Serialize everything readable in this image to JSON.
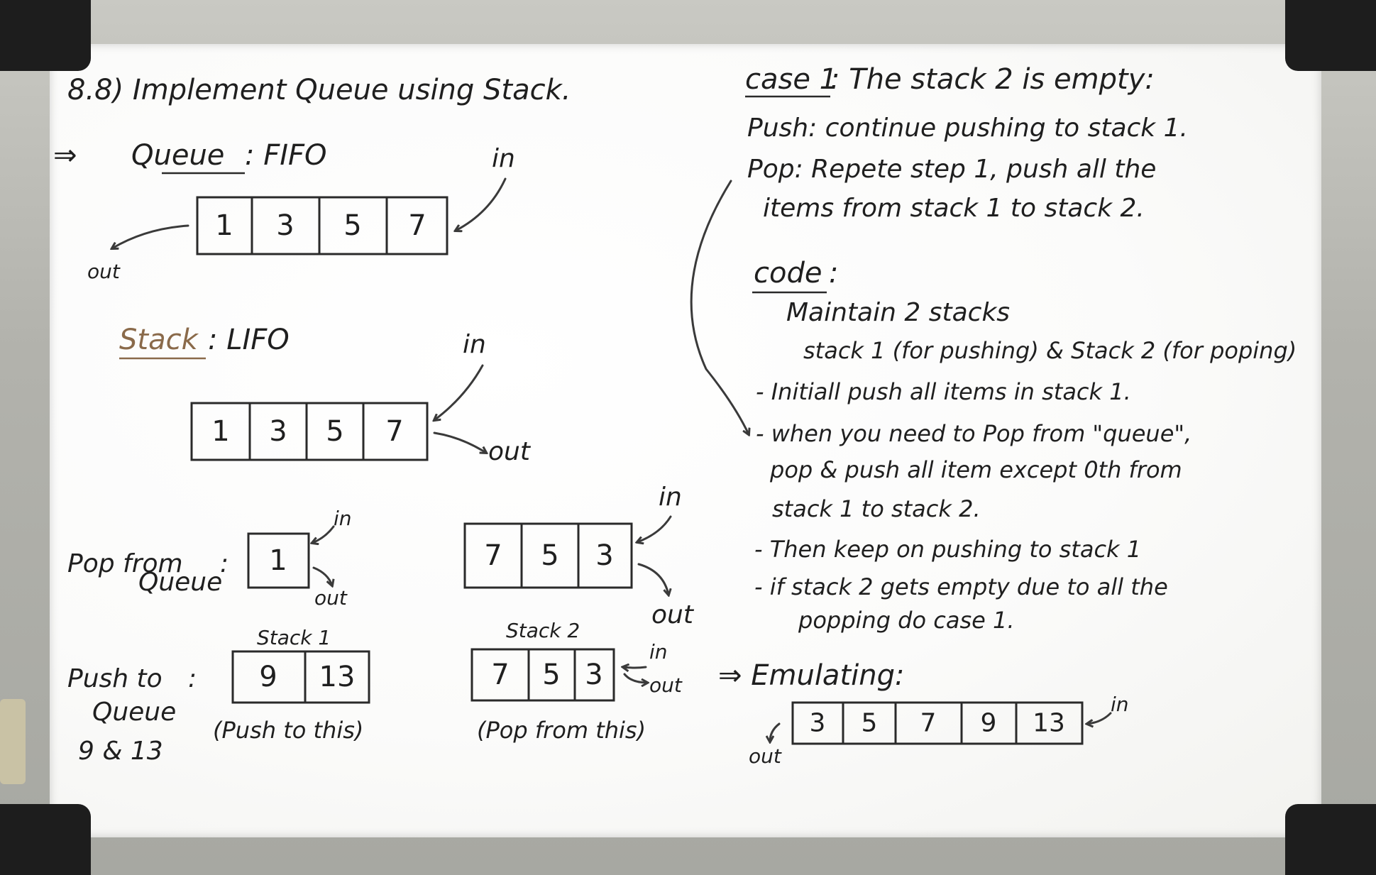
{
  "title": "8.8) Implement Queue using Stack.",
  "implies_symbol": "⇒",
  "queue": {
    "label": "Queue",
    "suffix": ": FIFO",
    "cells": [
      "1",
      "3",
      "5",
      "7"
    ],
    "in_label": "in",
    "out_label": "out"
  },
  "stack": {
    "label": "Stack",
    "suffix": ": LIFO",
    "cells": [
      "1",
      "3",
      "5",
      "7"
    ],
    "in_label": "in",
    "out_label": "out"
  },
  "pop_example": {
    "label_line1": "Pop from",
    "label_line2": "Queue",
    "colon": ":",
    "stack1_cells": [
      "1"
    ],
    "stack2_cells": [
      "7",
      "5",
      "3"
    ],
    "in_label": "in",
    "out_label": "out"
  },
  "push_example": {
    "label_line1": "Push to",
    "label_line2": "Queue",
    "label_line3": "9 & 13",
    "colon": ":",
    "stack1_title": "Stack 1",
    "stack1_cells": [
      "9",
      "13"
    ],
    "stack1_caption": "(Push to this)",
    "stack2_title": "Stack 2",
    "stack2_cells": [
      "7",
      "5",
      "3"
    ],
    "stack2_caption": "(Pop from this)",
    "in_label": "in",
    "out_label": "out"
  },
  "case1": {
    "heading": "case 1",
    "heading_rest": ": The stack 2 is empty:",
    "push_line": "Push: continue pushing to stack 1.",
    "pop_line1": "Pop: Repete step 1, push all the",
    "pop_line2": "items from stack 1 to stack 2."
  },
  "code": {
    "heading": "code",
    "colon": ":",
    "line1": "Maintain 2 stacks",
    "line2": "stack 1 (for pushing) & Stack 2 (for poping)",
    "bullet1": "- Initiall push all items in stack 1.",
    "bullet2_line1": "- when you need to Pop from \"queue\",",
    "bullet2_line2": "pop & push all item except 0th from",
    "bullet2_line3": "stack 1 to stack 2.",
    "bullet3": "- Then keep on pushing to stack 1",
    "bullet4_line1": "- if stack 2 gets empty due to all the",
    "bullet4_line2": "popping do case 1."
  },
  "emulating": {
    "label": "⇒ Emulating:",
    "cells": [
      "3",
      "5",
      "7",
      "9",
      "13"
    ],
    "in_label": "in",
    "out_label": "out"
  },
  "colors": {
    "ink": "#1f1f1f",
    "brown_ink": "#8a6a4a",
    "board": "#fbfbfa",
    "frame": "#b2b2ac",
    "corner": "#1d1d1d"
  }
}
